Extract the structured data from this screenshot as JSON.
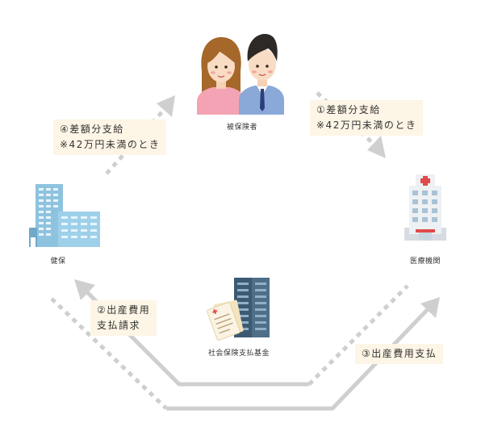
{
  "nodes": {
    "insured": "被保険者",
    "hospital": "医療機関",
    "kenpo": "健保",
    "fund": "社会保険支払基金"
  },
  "steps": {
    "s1": {
      "line1": "①差額分支給",
      "line2": "※42万円未満のとき"
    },
    "s2": {
      "line1": "②出産費用",
      "line2": "支払請求"
    },
    "s3": {
      "line1": "③出産費用支払"
    },
    "s4": {
      "line1": "④差額分支給",
      "line2": "※42万円未満のとき"
    }
  },
  "colors": {
    "arrow_solid": "#cfcfcf",
    "arrow_dotted": "#cfcfcf",
    "note_background": "#fdf5e6",
    "building_blue": "#8ec3df",
    "hospital_cross": "#e04a4a",
    "woman_shirt": "#f4a3b4",
    "man_suit": "#8aa9d8",
    "fund_building": "#3c5a72"
  },
  "icons": [
    "couple-icon",
    "hospital-icon",
    "office-building-icon",
    "fund-building-icon",
    "document-icon"
  ]
}
